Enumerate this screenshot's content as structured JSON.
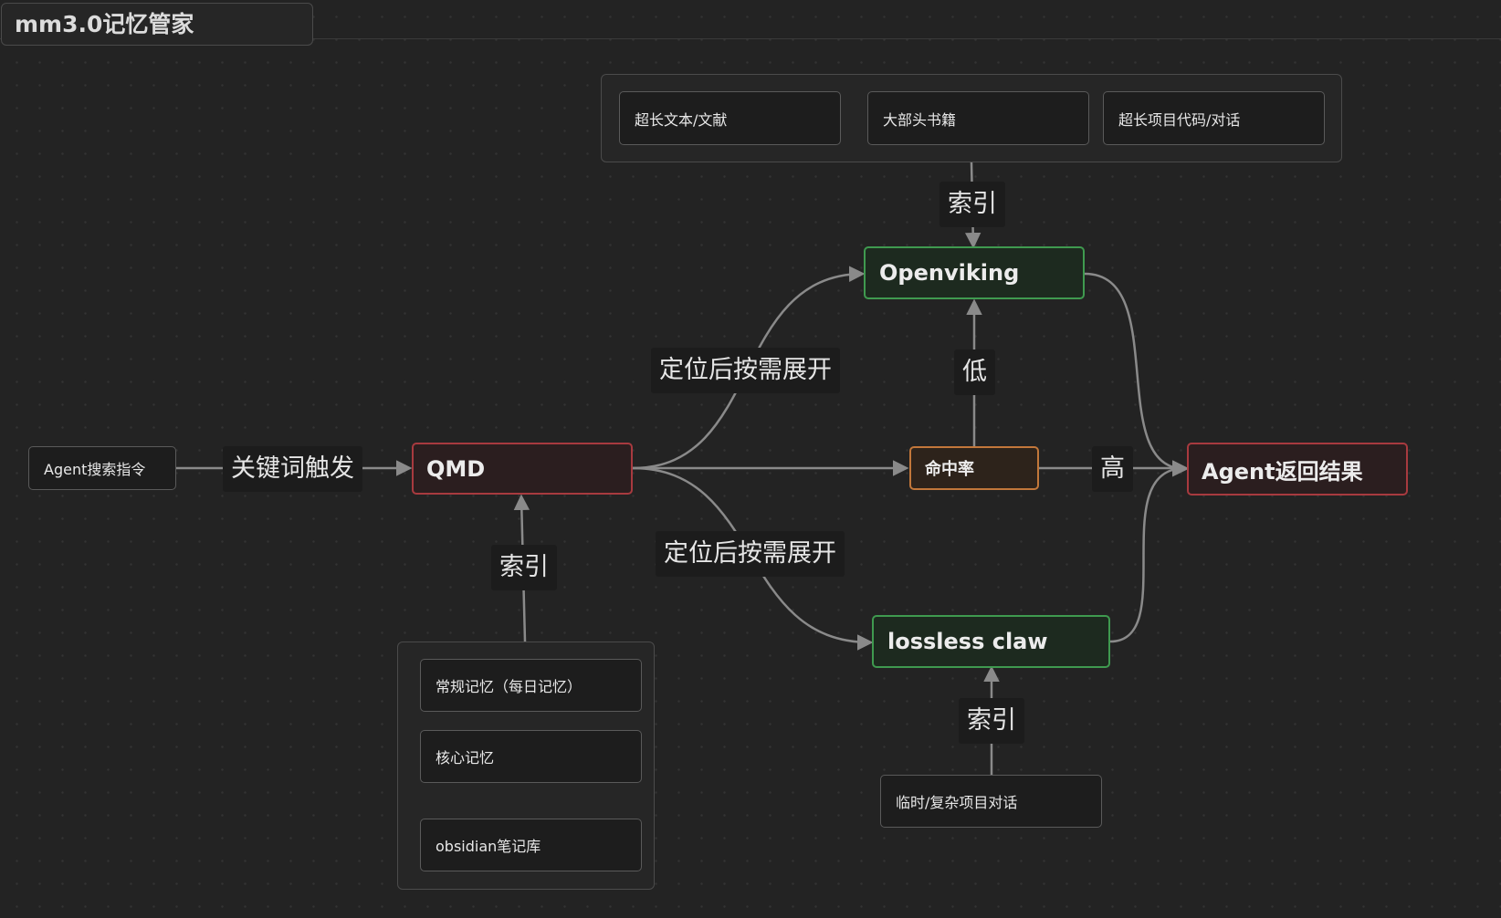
{
  "title": "mm3.0记忆管家",
  "colors": {
    "background": "#232323",
    "edge": "#8a8a8a",
    "red_border": "#a83a3f",
    "green_border": "#3f9a4f",
    "orange_border": "#c2773a"
  },
  "nodes": {
    "agent_search": "Agent搜索指令",
    "qmd": "QMD",
    "openviking": "Openviking",
    "hit_rate": "命中率",
    "agent_result": "Agent返回结果",
    "lossless_claw": "lossless claw",
    "temp_project": "临时/复杂项目对话"
  },
  "groups": {
    "top_sources": [
      "超长文本/文献",
      "大部头书籍",
      "超长项目代码/对话"
    ],
    "memory_sources": [
      "常规记忆（每日记忆）",
      "核心记忆",
      "obsidian笔记库"
    ]
  },
  "edge_labels": {
    "keyword_trigger": "关键词触发",
    "index_top": "索引",
    "index_qmd": "索引",
    "index_lossless": "索引",
    "expand_upper": "定位后按需展开",
    "expand_lower": "定位后按需展开",
    "low": "低",
    "high": "高"
  }
}
